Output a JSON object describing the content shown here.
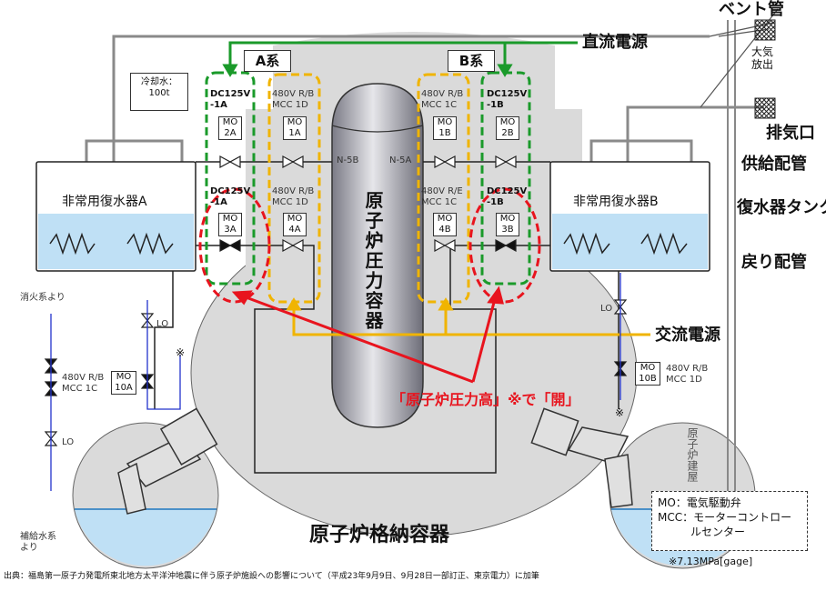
{
  "labels": {
    "vent_pipe": "ベント管",
    "dc_power": "直流電源",
    "atmosphere_release": "大気\n放出",
    "exhaust_port": "排気口",
    "supply_pipe": "供給配管",
    "condenser_tank": "復水器タンク",
    "return_pipe": "戻り配管",
    "ac_power": "交流電源",
    "reactor_building": "原子炉建屋",
    "containment_vessel": "原子炉格納容器",
    "pressure_vessel": "原子炉圧力容器",
    "condenser_a": "非常用復水器A",
    "condenser_b": "非常用復水器B",
    "system_a": "A系",
    "system_b": "B系",
    "cooling_water": "冷却水：\n100t",
    "fire_system": "消火系より",
    "makeup_system": "補給水系\nより",
    "open_condition": "「原子炉圧力高」※で「開」",
    "asterisk": "※",
    "nozzle_a": "N-5B",
    "nozzle_b": "N-5A",
    "lo": "LO",
    "pressure_note": "※7.13MPa[gage]",
    "source": "出典：福島第一原子力発電所東北地方太平洋沖地震に伴う原子炉施設への影響について（平成23年9月9日、9月28日一部訂正、東京電力）に加筆"
  },
  "valves": [
    {
      "id": "MO-2A",
      "power": "DC125V\n-1A",
      "mo": "MO\n2A"
    },
    {
      "id": "MO-1A",
      "power": "480V R/B\nMCC 1D",
      "mo": "MO\n1A"
    },
    {
      "id": "MO-1B",
      "power": "480V R/B\nMCC 1C",
      "mo": "MO\n1B"
    },
    {
      "id": "MO-2B",
      "power": "DC125V\n-1B",
      "mo": "MO\n2B"
    },
    {
      "id": "MO-3A",
      "power": "DC125V\n-1A",
      "mo": "MO\n3A"
    },
    {
      "id": "MO-4A",
      "power": "480V R/B\nMCC 1D",
      "mo": "MO\n4A"
    },
    {
      "id": "MO-4B",
      "power": "480V R/E\nMCC 1C",
      "mo": "MO\n4B"
    },
    {
      "id": "MO-3B",
      "power": "DC125V\n-1B",
      "mo": "MO\n3B"
    },
    {
      "id": "MO-10A",
      "power": "480V R/B\nMCC 1C",
      "mo": "MO\n10A"
    },
    {
      "id": "MO-10B",
      "power": "480V R/B\nMCC 1D",
      "mo": "MO\n10B"
    }
  ],
  "legend": {
    "mo": "MO：電気駆動弁",
    "mcc": "MCC：モーターコントロー\n　　　ルセンター"
  },
  "colors": {
    "dc_green": "#1a9a2a",
    "ac_orange": "#f0b400",
    "red": "#e8141e",
    "water": "#bfe0f5",
    "vessel_gray": "#cfcfd4",
    "blue_line": "#2233cc"
  }
}
